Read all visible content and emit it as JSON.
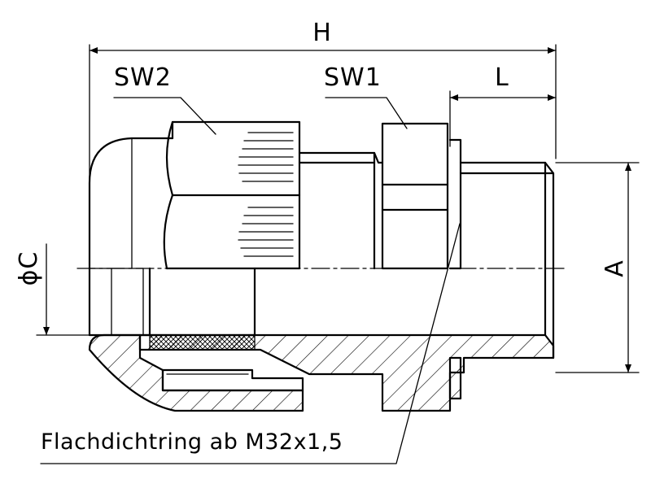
{
  "labels": {
    "H": "H",
    "SW2": "SW2",
    "SW1": "SW1",
    "L": "L",
    "A": "A",
    "phiC": "ϕC",
    "callout": "Flachdichtring ab M32x1,5"
  },
  "colors": {
    "line": "#000000",
    "background": "#ffffff"
  }
}
